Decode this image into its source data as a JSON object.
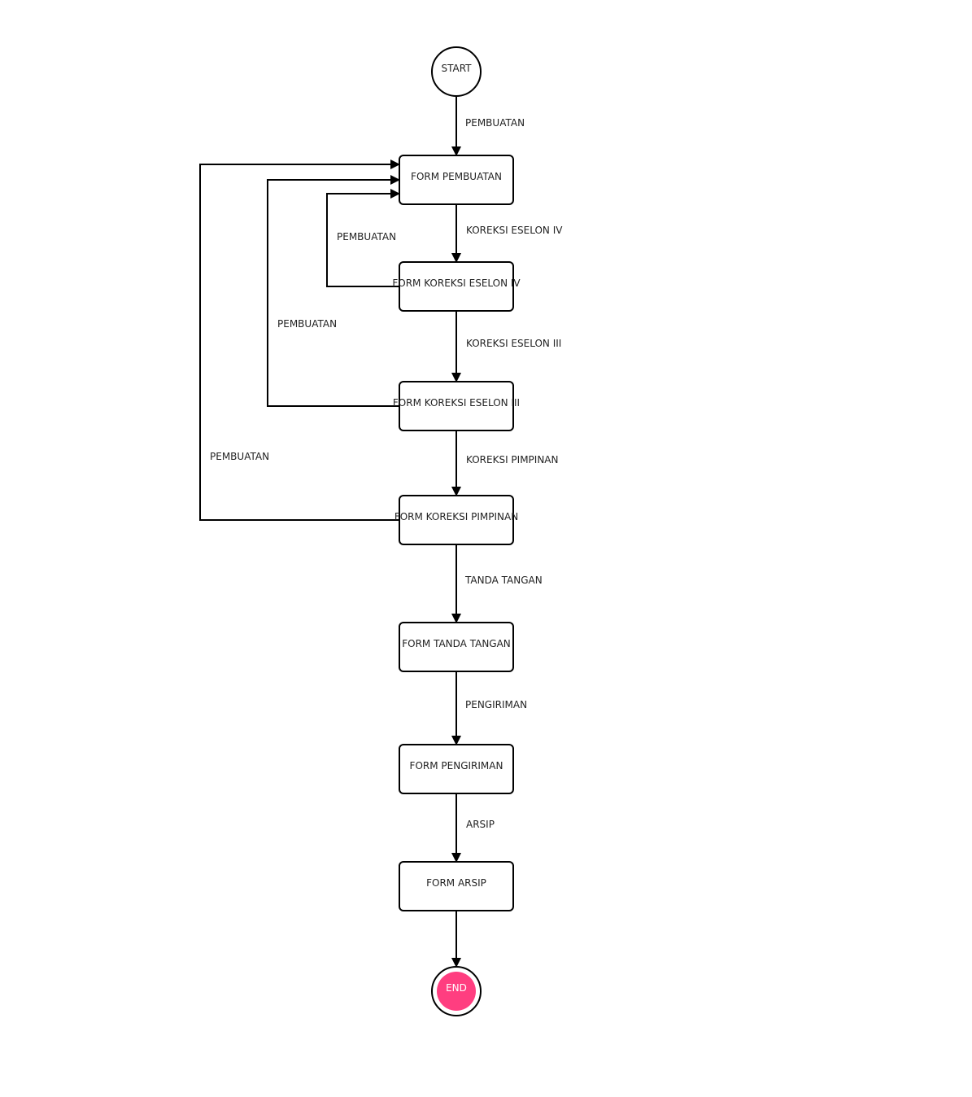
{
  "diagram": {
    "start_label": "START",
    "end_label": "END",
    "end_color": "#ff3e80",
    "nodes": {
      "form_pembuatan": "FORM PEMBUATAN",
      "form_koreksi_eselon_iv": "FORM KOREKSI ESELON IV",
      "form_koreksi_eselon_iii": "FORM KOREKSI ESELON III",
      "form_koreksi_pimpinan": "FORM KOREKSI PIMPINAN",
      "form_tanda_tangan": "FORM TANDA TANGAN",
      "form_pengiriman": "FORM PENGIRIMAN",
      "form_arsip": "FORM ARSIP"
    },
    "edges": {
      "start_to_pembuatan": "PEMBUATAN",
      "to_koreksi_eselon_iv": "KOREKSI ESELON IV",
      "to_koreksi_eselon_iii": "KOREKSI ESELON III",
      "to_koreksi_pimpinan": "KOREKSI PIMPINAN",
      "to_tanda_tangan": "TANDA TANGAN",
      "to_pengiriman": "PENGIRIMAN",
      "to_arsip": "ARSIP",
      "back_from_eselon_iv": "PEMBUATAN",
      "back_from_eselon_iii": "PEMBUATAN",
      "back_from_pimpinan": "PEMBUATAN"
    }
  }
}
